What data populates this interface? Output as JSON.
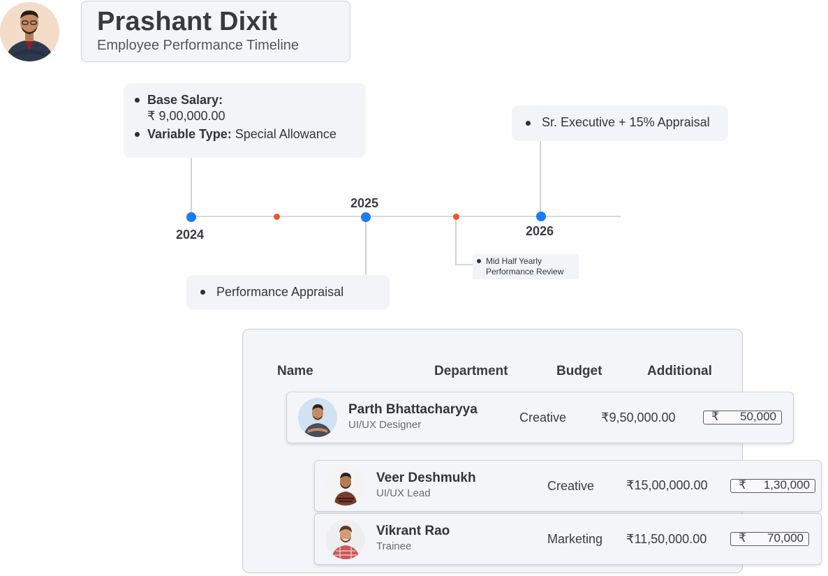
{
  "header": {
    "name": "Prashant Dixit",
    "subtitle": "Employee Performance Timeline"
  },
  "timeline": {
    "years": [
      "2024",
      "2025",
      "2026"
    ],
    "card_2024": {
      "salary_label": "Base Salary:",
      "salary_value": "₹ 9,00,000.00",
      "variable_label": "Variable Type:",
      "variable_value": "Special Allowance"
    },
    "card_2025": {
      "text": "Performance Appraisal"
    },
    "card_mid": {
      "line1": "Mid Half Yearly",
      "line2": "Performance Review"
    },
    "card_2026": {
      "text": "Sr. Executive + 15% Appraisal"
    },
    "colors": {
      "milestone": "#1b7cf1",
      "midpoint": "#e4582e"
    }
  },
  "table": {
    "headers": [
      "Name",
      "Department",
      "Budget",
      "Additional"
    ],
    "rows": [
      {
        "name": "Parth Bhattacharyya",
        "role": "UI/UX Designer",
        "department": "Creative",
        "budget": "₹9,50,000.00",
        "currency": "₹",
        "additional": "50,000"
      },
      {
        "name": "Veer Deshmukh",
        "role": "UI/UX Lead",
        "department": "Creative",
        "budget": "₹15,00,000.00",
        "currency": "₹",
        "additional": "1,30,000"
      },
      {
        "name": "Vikrant Rao",
        "role": "Trainee",
        "department": "Marketing",
        "budget": "₹11,50,000.00",
        "currency": "₹",
        "additional": "70,000"
      }
    ]
  }
}
